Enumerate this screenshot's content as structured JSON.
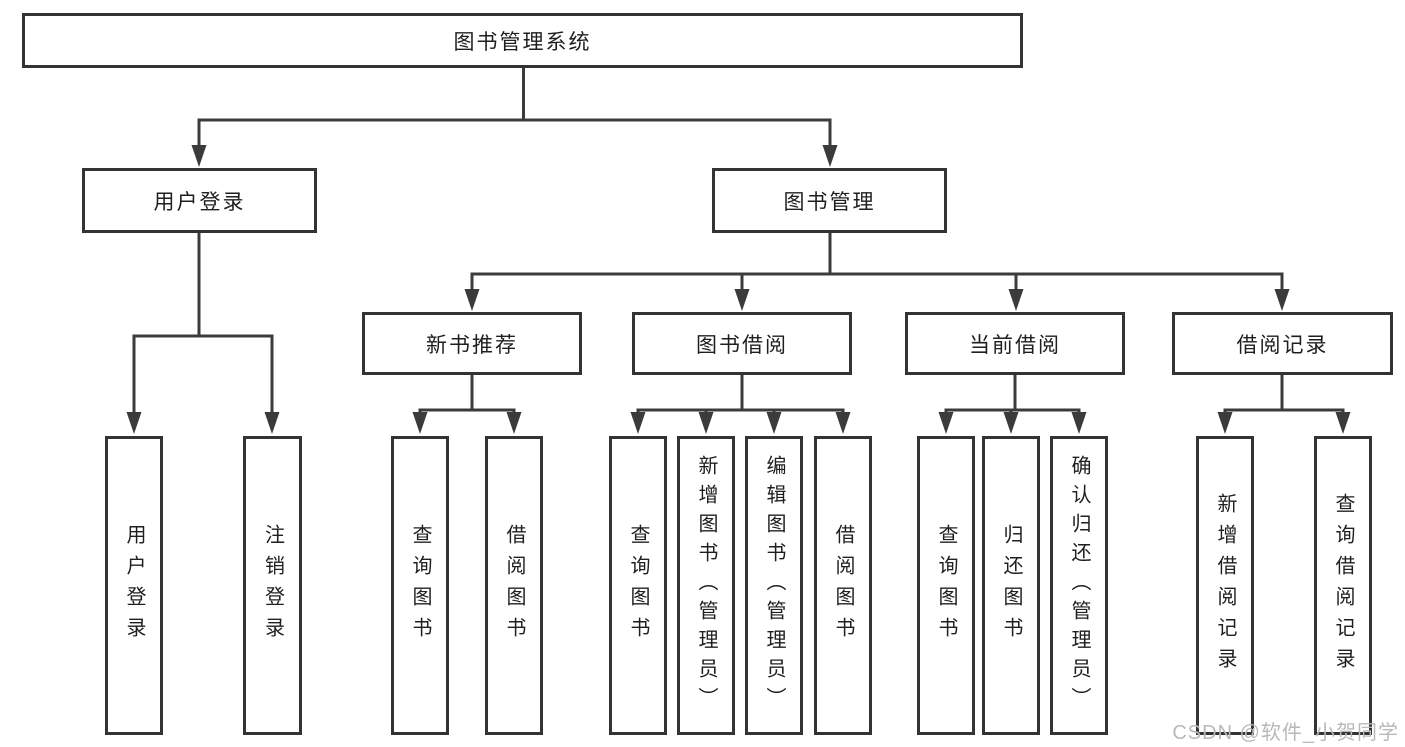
{
  "tree": {
    "label": "图书管理系统",
    "children": [
      {
        "label": "用户登录",
        "children": [
          {
            "label": "用户登录"
          },
          {
            "label": "注销登录"
          }
        ]
      },
      {
        "label": "图书管理",
        "children": [
          {
            "label": "新书推荐",
            "children": [
              {
                "label": "查询图书"
              },
              {
                "label": "借阅图书"
              }
            ]
          },
          {
            "label": "图书借阅",
            "children": [
              {
                "label": "查询图书"
              },
              {
                "label": "新增图书（管理员）"
              },
              {
                "label": "编辑图书（管理员）"
              },
              {
                "label": "借阅图书"
              }
            ]
          },
          {
            "label": "当前借阅",
            "children": [
              {
                "label": "查询图书"
              },
              {
                "label": "归还图书"
              },
              {
                "label": "确认归还（管理员）"
              }
            ]
          },
          {
            "label": "借阅记录",
            "children": [
              {
                "label": "新增借阅记录"
              },
              {
                "label": "查询借阅记录"
              }
            ]
          }
        ]
      }
    ]
  },
  "watermark": "CSDN @软件_小贺同学",
  "colors": {
    "line": "#3b3b3b",
    "box_border": "#333333",
    "text": "#1f1f1f",
    "watermark": "#b9b9b9",
    "background": "#ffffff"
  }
}
